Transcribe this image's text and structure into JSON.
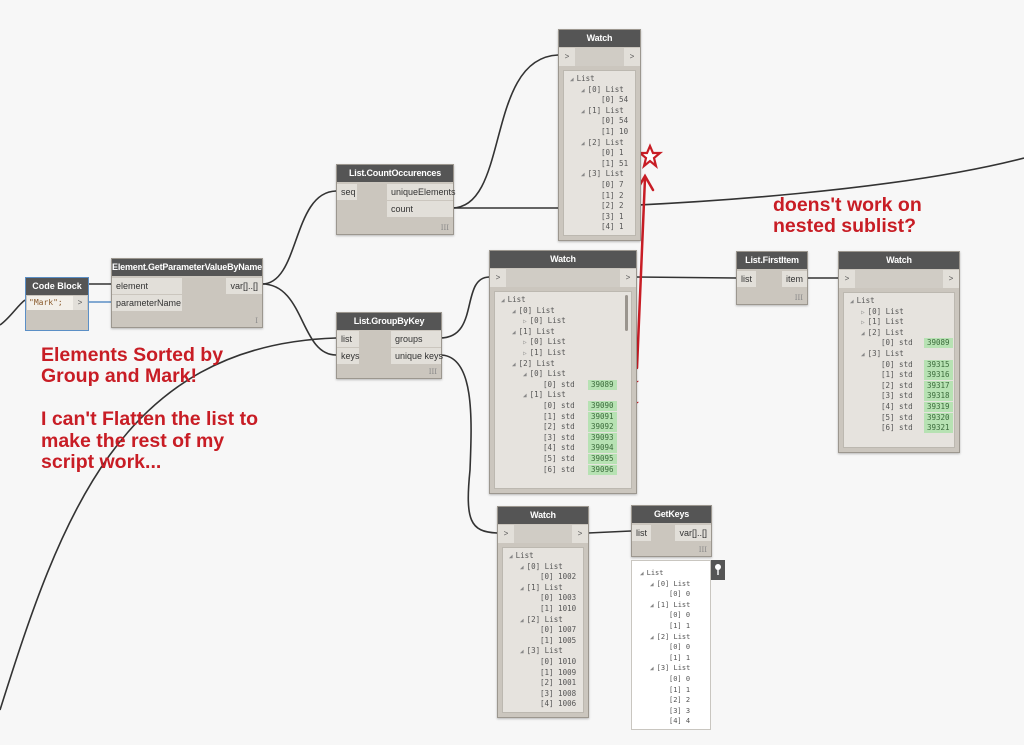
{
  "annotations": {
    "left_note": "Elements Sorted by\nGroup and Mark!\n\nI can't Flatten the list to\nmake the rest of my\nscript work...",
    "right_note": "doens't work on\nnested sublist?",
    "color": "#c81d25"
  },
  "nodes": {
    "code_block": {
      "title": "Code Block",
      "code": "\"Mark\";",
      "out": ">"
    },
    "get_param": {
      "title": "Element.GetParameterValueByName",
      "inputs": [
        "element",
        "parameterName"
      ],
      "output": "var[]..[]",
      "lacing": "I"
    },
    "count_occ": {
      "title": "List.CountOccurences",
      "inputs": [
        "seq"
      ],
      "outputs": [
        "uniqueElements",
        "count"
      ],
      "lacing": "III"
    },
    "group_by_key": {
      "title": "List.GroupByKey",
      "inputs": [
        "list",
        "keys"
      ],
      "outputs": [
        "groups",
        "unique keys"
      ],
      "lacing": "III"
    },
    "first_item": {
      "title": "List.FirstItem",
      "inputs": [
        "list"
      ],
      "outputs": [
        "item"
      ],
      "lacing": "III"
    },
    "get_keys": {
      "title": "GetKeys",
      "inputs": [
        "list"
      ],
      "outputs": [
        "var[]..[]"
      ],
      "lacing": "III"
    }
  },
  "watch_label": "Watch",
  "port_in": ">",
  "port_out": ">",
  "watch_top": {
    "rows": [
      {
        "indent": 0,
        "tri": "◢",
        "text": "List"
      },
      {
        "indent": 1,
        "tri": "◢",
        "text": "[0] List"
      },
      {
        "indent": 2,
        "tri": "",
        "text": "[0] 54"
      },
      {
        "indent": 1,
        "tri": "◢",
        "text": "[1] List"
      },
      {
        "indent": 2,
        "tri": "",
        "text": "[0] 54"
      },
      {
        "indent": 2,
        "tri": "",
        "text": "[1] 10"
      },
      {
        "indent": 1,
        "tri": "◢",
        "text": "[2] List"
      },
      {
        "indent": 2,
        "tri": "",
        "text": "[0] 1"
      },
      {
        "indent": 2,
        "tri": "",
        "text": "[1] 51"
      },
      {
        "indent": 1,
        "tri": "◢",
        "text": "[3] List"
      },
      {
        "indent": 2,
        "tri": "",
        "text": "[0] 7"
      },
      {
        "indent": 2,
        "tri": "",
        "text": "[1] 2"
      },
      {
        "indent": 2,
        "tri": "",
        "text": "[2] 2"
      },
      {
        "indent": 2,
        "tri": "",
        "text": "[3] 1"
      },
      {
        "indent": 2,
        "tri": "",
        "text": "[4] 1"
      }
    ]
  },
  "watch_groups": {
    "rows": [
      {
        "indent": 0,
        "tri": "◢",
        "text": "List"
      },
      {
        "indent": 1,
        "tri": "◢",
        "text": "[0] List"
      },
      {
        "indent": 2,
        "tri": "▷",
        "text": "[0] List"
      },
      {
        "indent": 1,
        "tri": "◢",
        "text": "[1] List"
      },
      {
        "indent": 2,
        "tri": "▷",
        "text": "[0] List"
      },
      {
        "indent": 2,
        "tri": "▷",
        "text": "[1] List"
      },
      {
        "indent": 1,
        "tri": "◢",
        "text": "[2] List"
      },
      {
        "indent": 2,
        "tri": "◢",
        "text": "[0] List"
      },
      {
        "indent": 3,
        "tri": "",
        "text": "[0] std",
        "val": "39089"
      },
      {
        "indent": 2,
        "tri": "◢",
        "text": "[1] List"
      },
      {
        "indent": 3,
        "tri": "",
        "text": "[0] std",
        "val": "39090"
      },
      {
        "indent": 3,
        "tri": "",
        "text": "[1] std",
        "val": "39091",
        "struck": true
      },
      {
        "indent": 3,
        "tri": "",
        "text": "[2] std",
        "val": "39092",
        "struck": true
      },
      {
        "indent": 3,
        "tri": "",
        "text": "[3] std",
        "val": "39093",
        "struck": true
      },
      {
        "indent": 3,
        "tri": "",
        "text": "[4] std",
        "val": "39094",
        "struck": true
      },
      {
        "indent": 3,
        "tri": "",
        "text": "[5] std",
        "val": "39095",
        "struck": true
      },
      {
        "indent": 3,
        "tri": "",
        "text": "[6] std",
        "val": "39096",
        "struck": true
      }
    ]
  },
  "watch_first": {
    "rows": [
      {
        "indent": 0,
        "tri": "◢",
        "text": "List"
      },
      {
        "indent": 1,
        "tri": "▷",
        "text": "[0] List"
      },
      {
        "indent": 1,
        "tri": "▷",
        "text": "[1] List"
      },
      {
        "indent": 1,
        "tri": "◢",
        "text": "[2] List"
      },
      {
        "indent": 2,
        "tri": "",
        "text": "[0] std",
        "val": "39089"
      },
      {
        "indent": 1,
        "tri": "◢",
        "text": "[3] List"
      },
      {
        "indent": 2,
        "tri": "",
        "text": "[0] std",
        "val": "39315"
      },
      {
        "indent": 2,
        "tri": "",
        "text": "[1] std",
        "val": "39316"
      },
      {
        "indent": 2,
        "tri": "",
        "text": "[2] std",
        "val": "39317"
      },
      {
        "indent": 2,
        "tri": "",
        "text": "[3] std",
        "val": "39318"
      },
      {
        "indent": 2,
        "tri": "",
        "text": "[4] std",
        "val": "39319"
      },
      {
        "indent": 2,
        "tri": "",
        "text": "[5] std",
        "val": "39320"
      },
      {
        "indent": 2,
        "tri": "",
        "text": "[6] std",
        "val": "39321"
      }
    ]
  },
  "watch_keys": {
    "rows": [
      {
        "indent": 0,
        "tri": "◢",
        "text": "List"
      },
      {
        "indent": 1,
        "tri": "◢",
        "text": "[0] List"
      },
      {
        "indent": 2,
        "tri": "",
        "text": "[0] 1002"
      },
      {
        "indent": 1,
        "tri": "◢",
        "text": "[1] List"
      },
      {
        "indent": 2,
        "tri": "",
        "text": "[0] 1003"
      },
      {
        "indent": 2,
        "tri": "",
        "text": "[1] 1010"
      },
      {
        "indent": 1,
        "tri": "◢",
        "text": "[2] List"
      },
      {
        "indent": 2,
        "tri": "",
        "text": "[0] 1007"
      },
      {
        "indent": 2,
        "tri": "",
        "text": "[1] 1005"
      },
      {
        "indent": 1,
        "tri": "◢",
        "text": "[3] List"
      },
      {
        "indent": 2,
        "tri": "",
        "text": "[0] 1010"
      },
      {
        "indent": 2,
        "tri": "",
        "text": "[1] 1009"
      },
      {
        "indent": 2,
        "tri": "",
        "text": "[2] 1001"
      },
      {
        "indent": 2,
        "tri": "",
        "text": "[3] 1008"
      },
      {
        "indent": 2,
        "tri": "",
        "text": "[4] 1006"
      }
    ]
  },
  "getkeys_preview": {
    "rows": [
      {
        "indent": 0,
        "tri": "◢",
        "text": "List"
      },
      {
        "indent": 1,
        "tri": "◢",
        "text": "[0] List"
      },
      {
        "indent": 2,
        "tri": "",
        "text": "[0] 0"
      },
      {
        "indent": 1,
        "tri": "◢",
        "text": "[1] List"
      },
      {
        "indent": 2,
        "tri": "",
        "text": "[0] 0"
      },
      {
        "indent": 2,
        "tri": "",
        "text": "[1] 1"
      },
      {
        "indent": 1,
        "tri": "◢",
        "text": "[2] List"
      },
      {
        "indent": 2,
        "tri": "",
        "text": "[0] 0"
      },
      {
        "indent": 2,
        "tri": "",
        "text": "[1] 1"
      },
      {
        "indent": 1,
        "tri": "◢",
        "text": "[3] List"
      },
      {
        "indent": 2,
        "tri": "",
        "text": "[0] 0"
      },
      {
        "indent": 2,
        "tri": "",
        "text": "[1] 1"
      },
      {
        "indent": 2,
        "tri": "",
        "text": "[2] 2"
      },
      {
        "indent": 2,
        "tri": "",
        "text": "[3] 3"
      },
      {
        "indent": 2,
        "tri": "",
        "text": "[4] 4"
      }
    ]
  },
  "icons": {
    "pin": "pin-icon",
    "star": "star-icon",
    "arrow": "arrow-up-icon"
  }
}
